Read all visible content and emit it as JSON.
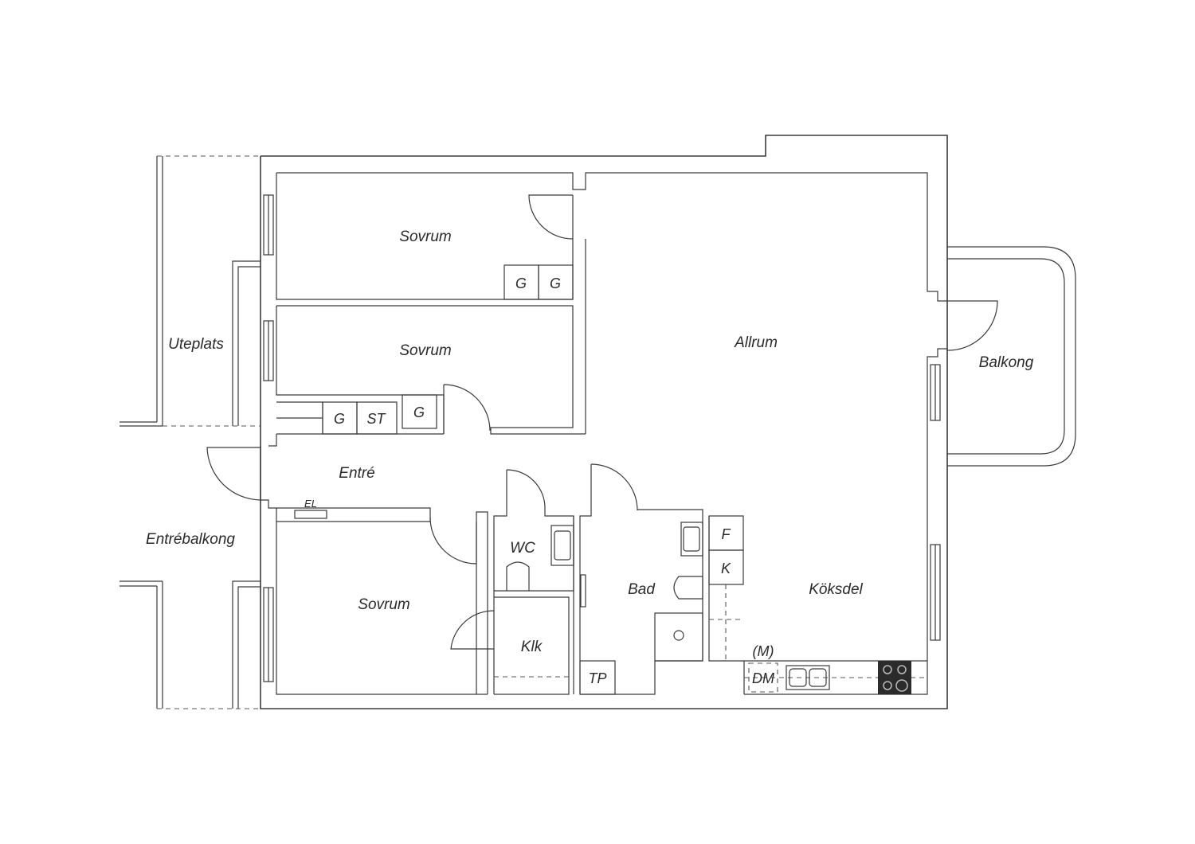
{
  "rooms": {
    "sovrum_1": "Sovrum",
    "sovrum_2": "Sovrum",
    "sovrum_3": "Sovrum",
    "allrum": "Allrum",
    "balkong": "Balkong",
    "uteplats": "Uteplats",
    "entre": "Entré",
    "entrebalkong": "Entrébalkong",
    "wc": "WC",
    "bad": "Bad",
    "koksdel": "Köksdel",
    "klk": "Klk"
  },
  "fixtures": {
    "g1": "G",
    "g2": "G",
    "g3": "G",
    "g4": "G",
    "st": "ST",
    "el": "EL",
    "f": "F",
    "k": "K",
    "tp": "TP",
    "m": "(M)",
    "dm": "DM"
  }
}
